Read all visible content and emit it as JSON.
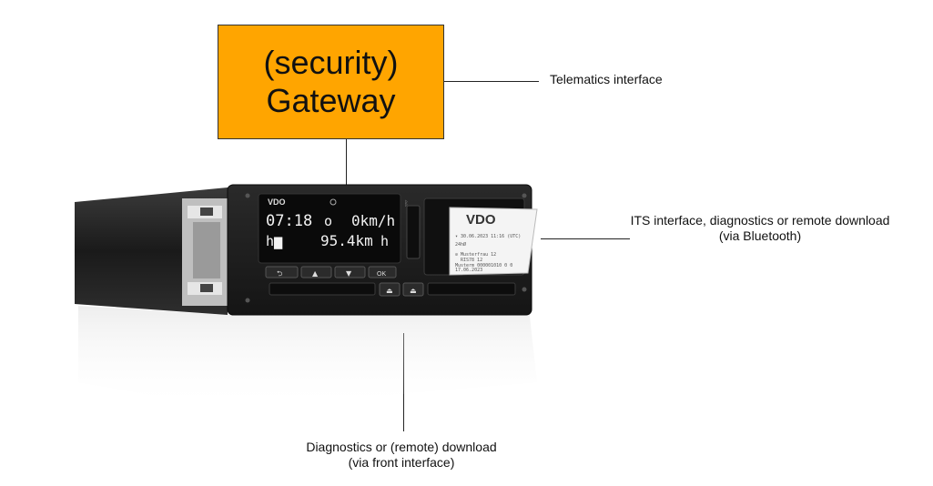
{
  "gateway": {
    "line1": "(security)",
    "line2": "Gateway"
  },
  "labels": {
    "telematics": "Telematics interface",
    "its_line1": "ITS interface, diagnostics or remote download",
    "its_line2": "(via Bluetooth)",
    "diag_line1": "Diagnostics or (remote) download",
    "diag_line2": "(via front interface)"
  },
  "device": {
    "brand": "VDO",
    "display_row1_time": "07:18",
    "display_row1_speed": "0km/h",
    "display_row2_distance": "95.4km",
    "button_labels": [
      "⮌",
      "▲",
      "▼",
      "OK"
    ],
    "printer_brand": "VDO",
    "printout_lines": [
      "▾ 30.06.2023 11:16 (UTC)",
      "24hØ",
      "⊘ Musterfrau 12",
      "RIS78 12",
      "Musterm 000001010 0 0",
      "17.06.2023"
    ]
  },
  "colors": {
    "gateway_fill": "#FFA500",
    "device_body": "#1c1c1c",
    "display_bg": "#0a0a0a"
  }
}
